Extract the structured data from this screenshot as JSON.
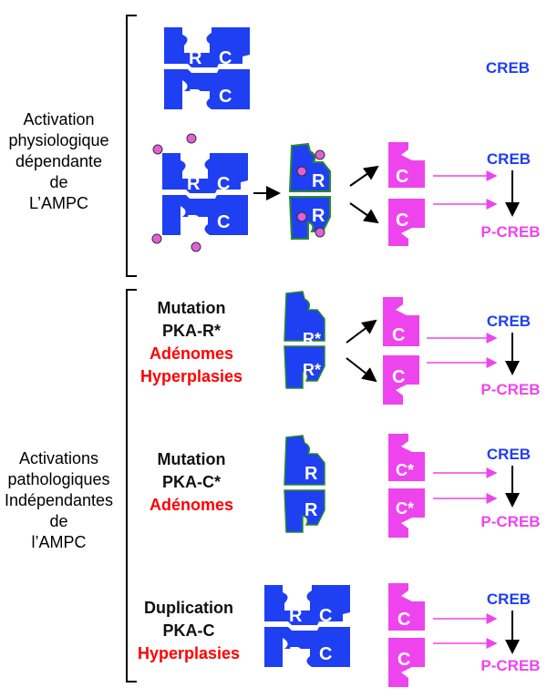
{
  "labels": {
    "physio": [
      "Activation",
      "physiologique",
      "dépendante",
      "de",
      "L’AMPC"
    ],
    "patho": [
      "Activations",
      "pathologiques",
      "Indépendantes",
      "de",
      "l’AMPC"
    ]
  },
  "panels": {
    "p2": {
      "line1": "Mutation",
      "line2": "PKA-R*",
      "line3": "Adénomes",
      "line4": "Hyperplasies"
    },
    "p3": {
      "line1": "Mutation",
      "line2": "PKA-C*",
      "line3": "Adénomes"
    },
    "p4": {
      "line1": "Duplication",
      "line2": "PKA-C",
      "line3": "Hyperplasies"
    }
  },
  "subunits": {
    "r": "R",
    "c": "C",
    "r_mut": "R*",
    "c_mut": "C*"
  },
  "creb": "CREB",
  "pcreb": "P-CREB",
  "colors": {
    "blue": "#1f3ff2",
    "magenta": "#ee44ee",
    "red": "#ff0000",
    "camp": "#e060d8",
    "green_outline": "#2a8a2a"
  }
}
